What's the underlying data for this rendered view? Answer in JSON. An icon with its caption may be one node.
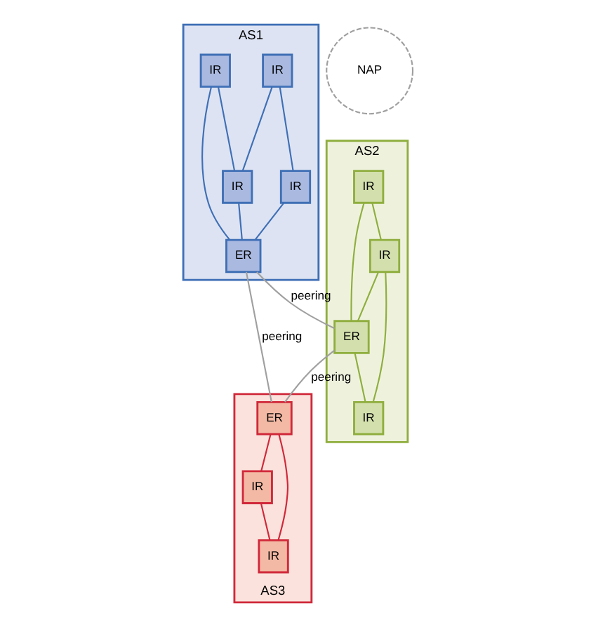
{
  "diagram": {
    "nodes": [
      {
        "text": [
          "AS1"
        ]
      },
      {
        "text": [
          "IR"
        ],
        "in": 0
      },
      {
        "text": [
          "IR"
        ],
        "in": 0
      },
      {
        "text": [
          "IR"
        ],
        "in": 0
      },
      {
        "text": [
          "IR"
        ],
        "in": 0
      },
      {
        "text": [
          "ER"
        ],
        "in": 0
      },
      {
        "text": [
          "AS2"
        ]
      },
      {
        "text": [
          "IR"
        ],
        "in": 6
      },
      {
        "text": [
          "IR"
        ],
        "in": 6
      },
      {
        "text": [
          "ER"
        ],
        "in": 6
      },
      {
        "text": [
          "IR"
        ],
        "in": 6
      },
      {
        "text": [
          "AS3"
        ]
      },
      {
        "text": [
          "ER"
        ],
        "in": 11
      },
      {
        "text": [
          "IR"
        ],
        "in": 11
      },
      {
        "text": [
          "IR"
        ],
        "in": 11
      },
      {
        "text": [
          "NAP"
        ]
      }
    ],
    "edges": [
      {
        "from": 1,
        "to": 2,
        "arrow": "none",
        "color": "#3f6fb5"
      },
      {
        "from": 1,
        "to": 4,
        "arrow": "none",
        "color": "#3f6fb5"
      },
      {
        "from": 2,
        "to": 5,
        "arrow": "none",
        "color": "#3f6fb5"
      },
      {
        "from": 3,
        "to": 4,
        "arrow": "none",
        "color": "#3f6fb5"
      },
      {
        "from": 3,
        "to": 5,
        "arrow": "none",
        "color": "#3f6fb5"
      },
      {
        "from": 4,
        "to": 5,
        "arrow": "none",
        "color": "#3f6fb5"
      },
      {
        "from": 7,
        "to": 8,
        "arrow": "none",
        "color": "#8fae3e"
      },
      {
        "from": 7,
        "to": 9,
        "arrow": "none",
        "color": "#8fae3e"
      },
      {
        "from": 8,
        "to": 9,
        "arrow": "none",
        "color": "#8fae3e"
      },
      {
        "from": 8,
        "to": 10,
        "arrow": "none",
        "color": "#8fae3e"
      },
      {
        "from": 9,
        "to": 10,
        "arrow": "none",
        "color": "#8fae3e"
      },
      {
        "from": 12,
        "to": 13,
        "arrow": "none",
        "color": "#d0283a"
      },
      {
        "from": 12,
        "to": 14,
        "arrow": "none",
        "color": "#d0283a"
      },
      {
        "from": 13,
        "to": 14,
        "arrow": "none",
        "color": "#d0283a"
      },
      {
        "from": 5,
        "to": 9,
        "arrow": "none",
        "label": "peering",
        "color": "#a0a0a0"
      },
      {
        "from": 5,
        "to": 12,
        "arrow": "none",
        "label": "peering",
        "color": "#a0a0a0"
      },
      {
        "from": 9,
        "to": 12,
        "arrow": "none",
        "label": "peering",
        "color": "#a0a0a0"
      }
    ]
  }
}
